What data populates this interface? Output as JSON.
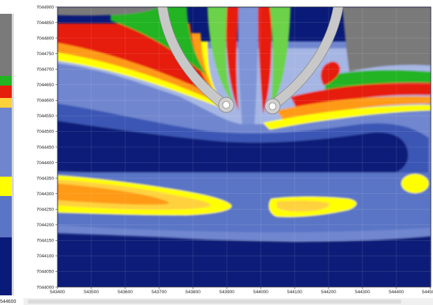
{
  "chart_data": {
    "type": "heatmap",
    "title": "",
    "xlabel": "",
    "ylabel": "",
    "xlim": [
      543400,
      544500
    ],
    "ylim": [
      7044000,
      7044900
    ],
    "x_ticks": [
      "543400",
      "543500",
      "543600",
      "543700",
      "543800",
      "543900",
      "544000",
      "544100",
      "544200",
      "544300",
      "544400",
      "544500"
    ],
    "x_tick_values": [
      543400,
      543500,
      543600,
      543700,
      543800,
      543900,
      544000,
      544100,
      544200,
      544300,
      544400,
      544500
    ],
    "y_ticks": [
      "7044000",
      "7044050",
      "7044100",
      "7044150",
      "7044200",
      "7044250",
      "7044300",
      "7044350",
      "7044400",
      "7044450",
      "7044500",
      "7044550",
      "7044600",
      "7044650",
      "7044700",
      "7044750",
      "7044800",
      "7044850",
      "7044900"
    ],
    "y_tick_values": [
      7044000,
      7044050,
      7044100,
      7044150,
      7044200,
      7044250,
      7044300,
      7044350,
      7044400,
      7044450,
      7044500,
      7044550,
      7044600,
      7044650,
      7044700,
      7044750,
      7044800,
      7044850,
      7044900
    ],
    "grid": true,
    "color_scale": [
      "#0a1a78",
      "#1f3a9e",
      "#3a56b4",
      "#5a74c6",
      "#7e94d6",
      "#a6b6e4",
      "#ffff00",
      "#ffd23c",
      "#ff9a18",
      "#ff5a0c",
      "#e61e0c",
      "#22b422",
      "#6cd24a",
      "#a8e678",
      "#7a7a7a"
    ],
    "features": [
      {
        "name": "west-breakwater",
        "x": [
          543770,
          543850,
          543960
        ],
        "y": [
          7044900,
          7044720,
          7044570
        ]
      },
      {
        "name": "east-breakwater",
        "x": [
          544070,
          544200,
          544290
        ],
        "y": [
          7044570,
          7044720,
          7044900
        ]
      }
    ]
  },
  "left_panel": {
    "x_tick": "544600"
  },
  "scrollbar": {
    "position": 0
  }
}
